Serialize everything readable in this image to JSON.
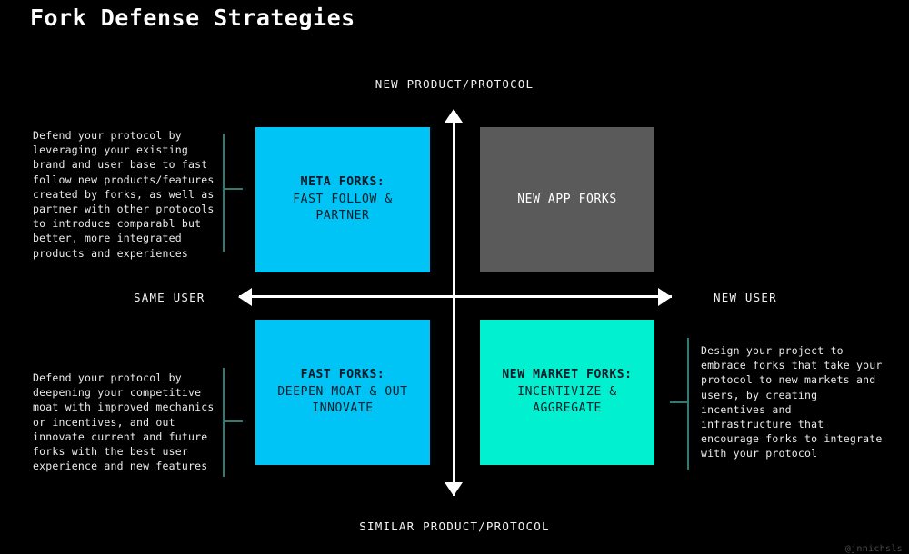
{
  "page": {
    "title": "Fork Defense Strategies",
    "background_color": "#000000",
    "watermark": "@jnnichsls"
  },
  "axes": {
    "top_label": "NEW PRODUCT/PROTOCOL",
    "bottom_label": "SIMILAR PRODUCT/PROTOCOL",
    "left_label": "SAME USER",
    "right_label": "NEW USER",
    "color": "#ffffff"
  },
  "quadrants": [
    {
      "id": "meta-forks",
      "title": "META FORKS:",
      "subtitle": "FAST FOLLOW &\nPARTNER",
      "fill": "#00c4f5",
      "text_color": "#0b1a26",
      "position": "top-left"
    },
    {
      "id": "new-app-forks",
      "title": "NEW APP FORKS",
      "subtitle": "",
      "fill": "#5a5a5a",
      "text_color": "#ffffff",
      "position": "top-right"
    },
    {
      "id": "fast-forks",
      "title": "FAST FORKS:",
      "subtitle": "DEEPEN MOAT &\nOUT INNOVATE",
      "fill": "#00c4f5",
      "text_color": "#0b1a26",
      "position": "bottom-left"
    },
    {
      "id": "new-market-forks",
      "title": "NEW MARKET FORKS:",
      "subtitle": "INCENTIVIZE &\nAGGREGATE",
      "fill": "#00f0d0",
      "text_color": "#0b1a26",
      "position": "bottom-right"
    }
  ],
  "annotations": {
    "top_left": "Defend your protocol by leveraging your existing brand and user base to fast follow new products/features created by forks, as well as partner with other protocols to introduce comparabl but better, more integrated products and experiences",
    "bottom_left": "Defend your protocol by deepening your competitive moat with improved mechanics or incentives, and out innovate current and future forks with the best user experience and new features",
    "right": "Design your project to embrace forks that take your protocol to new markets and users, by creating incentives and infrastructure that encourage forks to integrate with your protocol",
    "bracket_color": "#2e7d74"
  }
}
